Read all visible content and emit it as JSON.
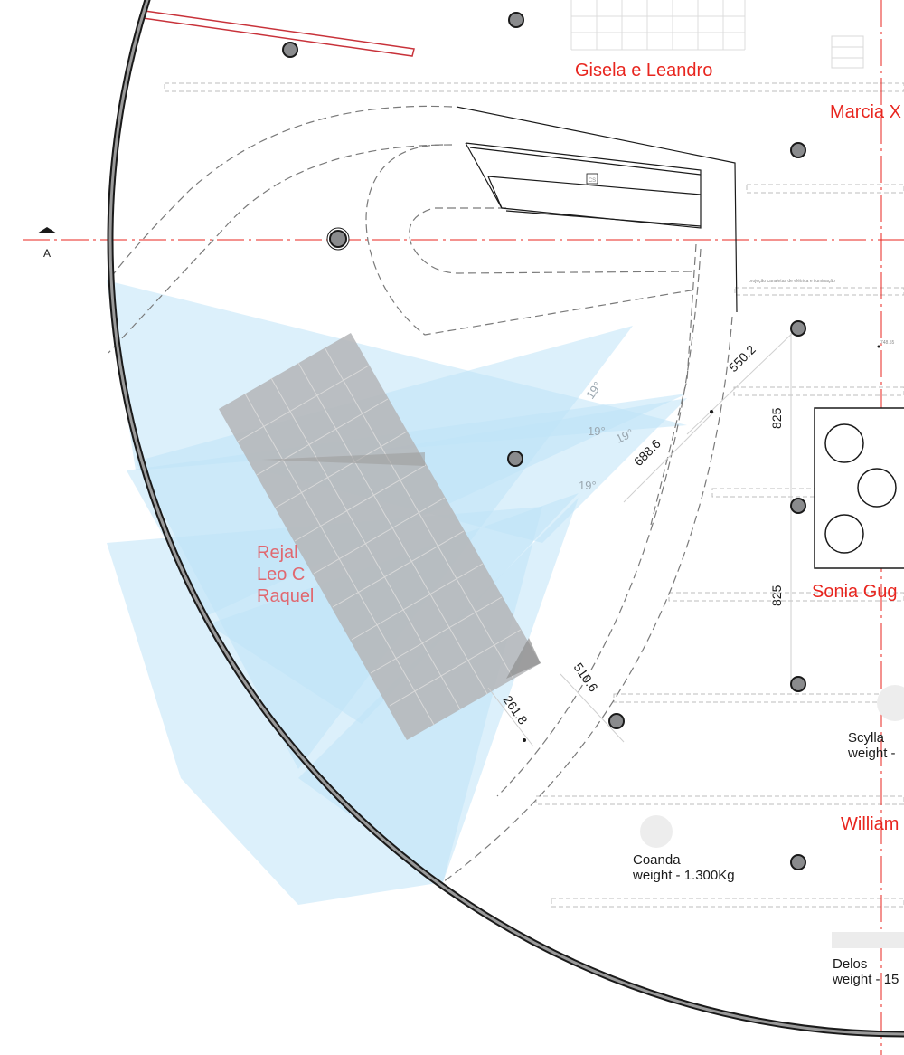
{
  "section_marker": {
    "letter": "A"
  },
  "artist_labels": {
    "gisela": "Gisela e Leandro",
    "marcia": "Marcia X",
    "sonia": "Sonia Gug",
    "william": "William",
    "group_line1": "Rejal",
    "group_line2": "Leo C",
    "group_line3": "Raquel"
  },
  "objects": {
    "scylla_name": "Scylla",
    "scylla_weight": "weight -",
    "coanda_name": "Coanda",
    "coanda_weight": "weight - 1.300Kg",
    "delos_name": "Delos",
    "delos_weight": "weight - 15"
  },
  "dimensions": {
    "d550": "550.2",
    "d688": "688.6",
    "d510": "510.6",
    "d261": "261.8",
    "d825a": "825",
    "d825b": "825"
  },
  "angles": [
    "19°",
    "19°",
    "19°",
    "19°"
  ],
  "notes": {
    "ramp_code": "CS",
    "conduit_note": "projeção canaletas de elétrica e iluminação",
    "level": "748.55"
  },
  "colors": {
    "red": "#e8261f",
    "pink": "#e06870",
    "light_blue": "#bfe3f7",
    "gray_panel": "#b4b5b7",
    "column": "#8a8b8d"
  }
}
